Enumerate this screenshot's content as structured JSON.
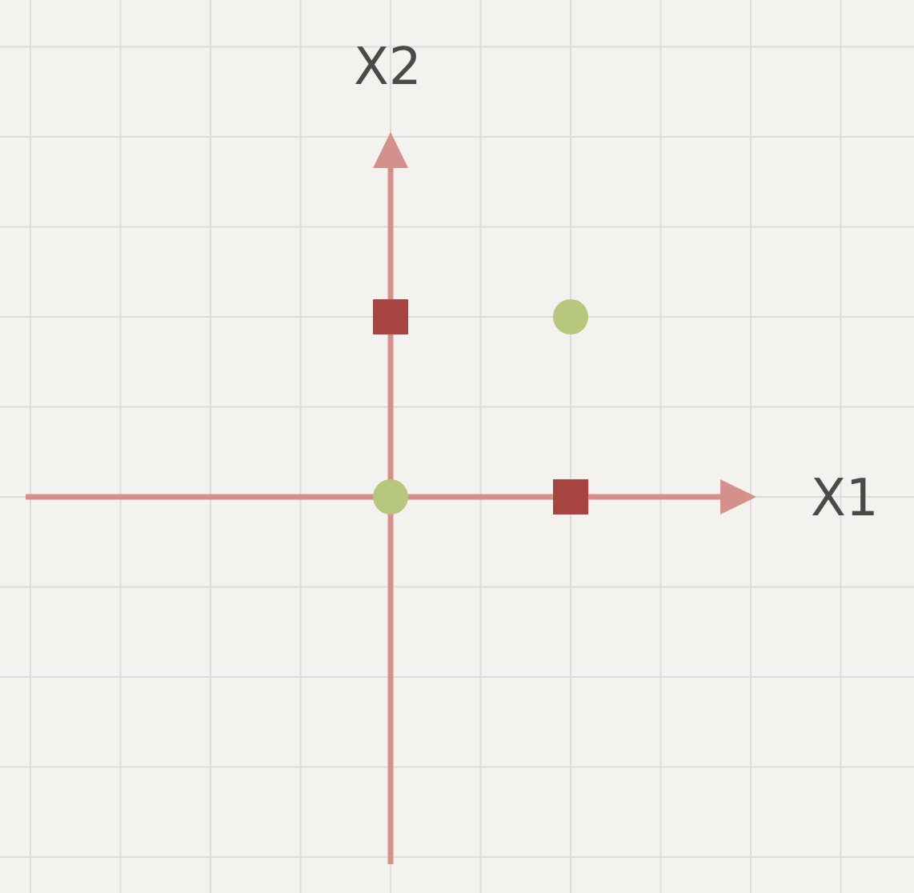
{
  "chart_data": {
    "type": "scatter",
    "xlabel": "X1",
    "ylabel": "X2",
    "xlim": [
      -2,
      2
    ],
    "ylim": [
      -2,
      2
    ],
    "grid": true,
    "axis_color": "#d4918b",
    "paper_color": "#f3f2ef",
    "grid_color": "#dcdcda",
    "series": [
      {
        "marker": "square",
        "color": "#a8443f",
        "points": [
          {
            "x": 0,
            "y": 1
          },
          {
            "x": 1,
            "y": 0
          }
        ]
      },
      {
        "marker": "circle",
        "color": "#b7c77d",
        "points": [
          {
            "x": 0,
            "y": 0
          },
          {
            "x": 1,
            "y": 1
          }
        ]
      }
    ]
  }
}
